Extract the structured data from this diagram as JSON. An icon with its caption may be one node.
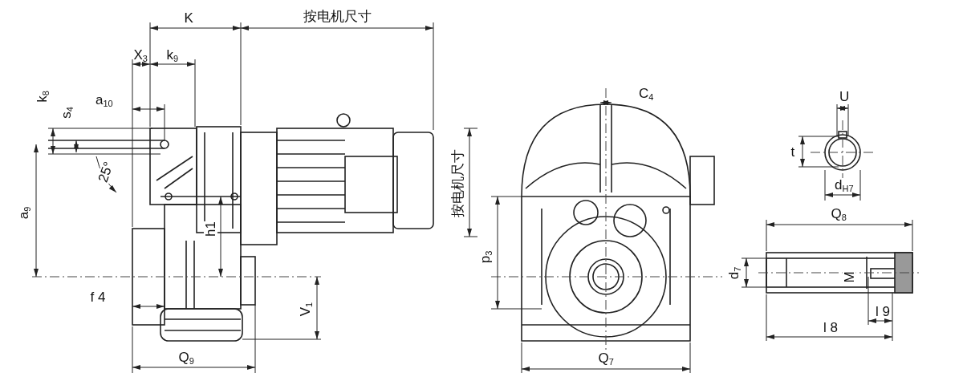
{
  "diagram": {
    "labels": [
      "K",
      "按电机尺寸",
      "X$_{3}$",
      "k$_{9}$",
      "k$_{8}$",
      "a$_{10}$",
      "C$_{4}$",
      "U",
      "s$_{4}$",
      "t",
      "25°",
      "按电机尺寸",
      "d$_{H7}$",
      "a$_{9}$",
      "Q$_{8}$",
      "h1",
      "p$_{3}$",
      "d$_{7}$",
      "M",
      "f 4",
      "V$_{1}$",
      "l 9",
      "l 8",
      "Q$_{9}$",
      "Q$_{7}$"
    ]
  }
}
